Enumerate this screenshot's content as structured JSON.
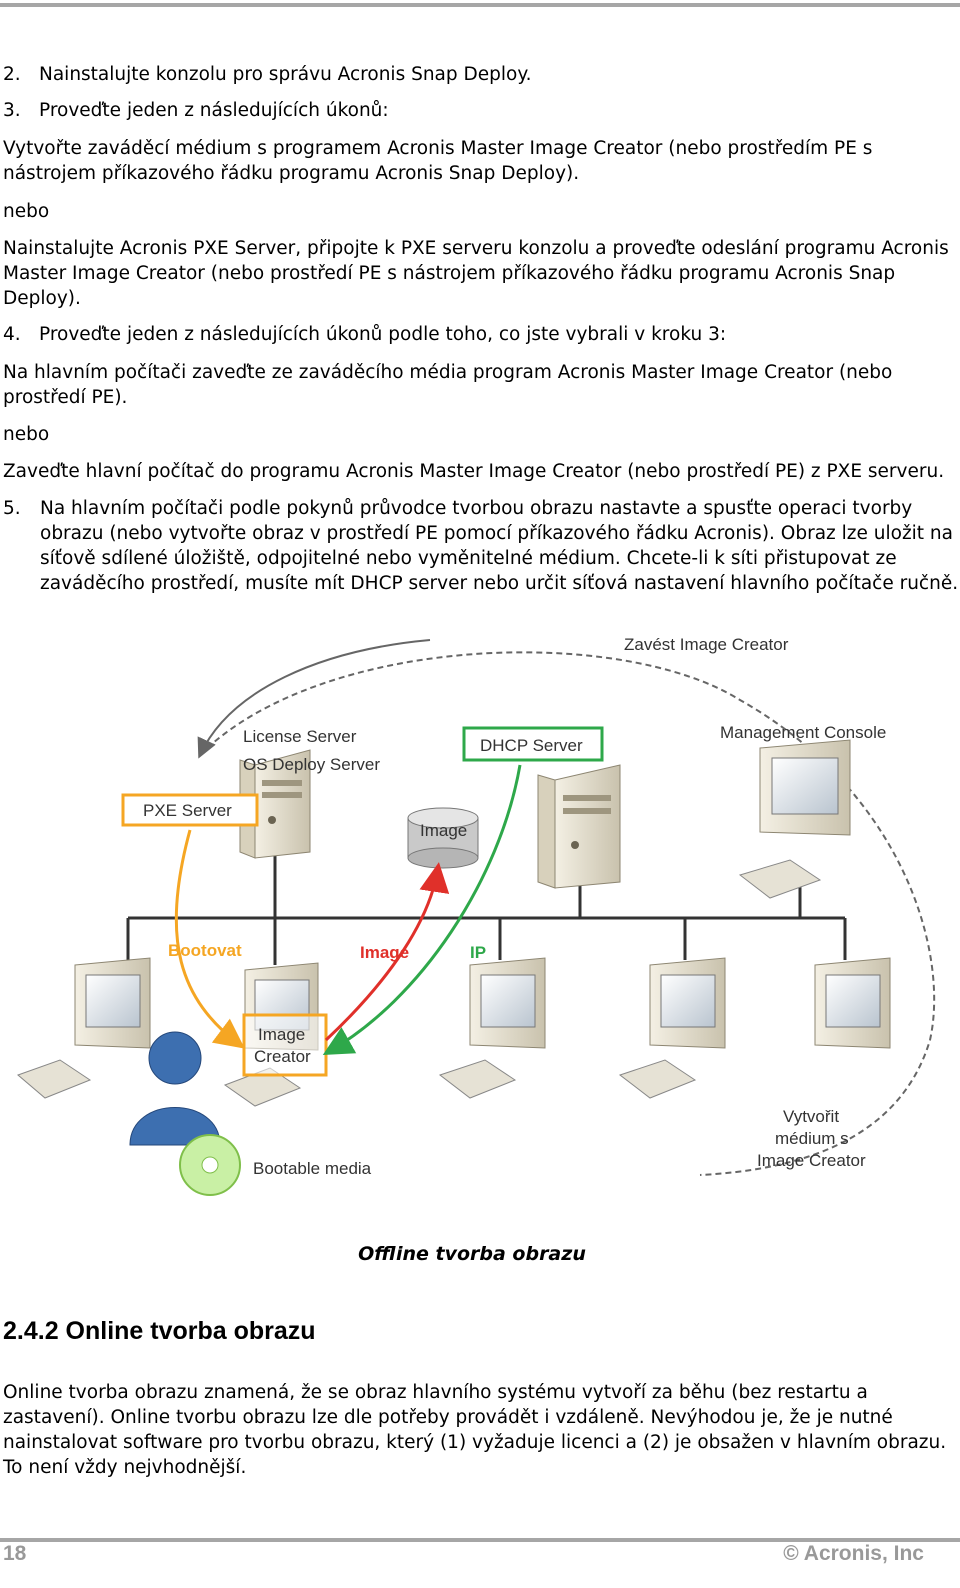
{
  "steps": {
    "s2": {
      "num": "2.",
      "text": "Nainstalujte konzolu pro správu Acronis Snap Deploy."
    },
    "s3": {
      "num": "3.",
      "text": "Proveďte jeden z následujících úkonů:"
    },
    "s3a": [
      "Vytvořte zaváděcí médium s programem Acronis Master Image Creator (nebo prostředím PE s",
      "nástrojem příkazového řádku programu Acronis Snap Deploy)."
    ],
    "or1": "nebo",
    "s3b": [
      "Nainstalujte Acronis PXE Server, připojte k PXE serveru konzolu a proveďte odeslání programu Acronis",
      "Master Image Creator (nebo prostředí PE s nástrojem příkazového řádku programu Acronis Snap",
      "Deploy)."
    ],
    "s4": {
      "num": "4.",
      "text": "Proveďte jeden z následujících úkonů podle toho, co jste vybrali v kroku 3:"
    },
    "s4a": [
      "Na hlavním počítači zaveďte ze zaváděcího média program Acronis Master Image Creator (nebo",
      "prostředí PE)."
    ],
    "or2": "nebo",
    "s4b": "Zaveďte hlavní počítač do programu Acronis Master Image Creator (nebo prostředí PE) z PXE serveru.",
    "s5": {
      "num": "5.",
      "lines": [
        "Na hlavním počítači podle pokynů průvodce tvorbou obrazu nastavte a spusťte operaci tvorby",
        "obrazu (nebo vytvořte obraz v prostředí PE pomocí příkazového řádku Acronis). Obraz lze uložit na",
        "síťově sdílené úložiště, odpojitelné nebo vyměnitelné médium. Chcete-li k síti přistupovat ze",
        "zaváděcího prostředí, musíte mít DHCP server nebo určit síťová nastavení hlavního počítače ručně."
      ]
    }
  },
  "diagram": {
    "load_label": "Zavést Image Creator",
    "license_server": "License Server",
    "os_deploy_server": "OS Deploy Server",
    "pxe_server": "PXE Server",
    "dhcp_server": "DHCP Server",
    "management_console": "Management Console",
    "image_store": "Image",
    "boot_label": "Bootovat",
    "image_label": "Image",
    "ip_label": "IP",
    "image_creator": [
      "Image",
      "Creator"
    ],
    "bootable_media": "Bootable media",
    "create_media": [
      "Vytvořit",
      "médium s",
      "Image Creator"
    ],
    "colors": {
      "orange": "#f5a623",
      "green": "#2ea84a",
      "red": "#e0302a",
      "boot": "#f5a623"
    }
  },
  "caption": "Offline tvorba obrazu",
  "section": {
    "heading": "2.4.2  Online tvorba obrazu",
    "lines": [
      "Online tvorba obrazu znamená, že se obraz hlavního systému vytvoří za běhu (bez restartu a",
      "zastavení). Online tvorbu obrazu lze dle potřeby provádět i vzdáleně. Nevýhodou je, že je nutné",
      "nainstalovat software pro tvorbu obrazu, který (1) vyžaduje licenci a (2) je obsažen v hlavním obrazu.",
      "To není vždy nejvhodnější."
    ]
  },
  "footer": {
    "page": "18",
    "copyright": "© Acronis, Inc"
  }
}
